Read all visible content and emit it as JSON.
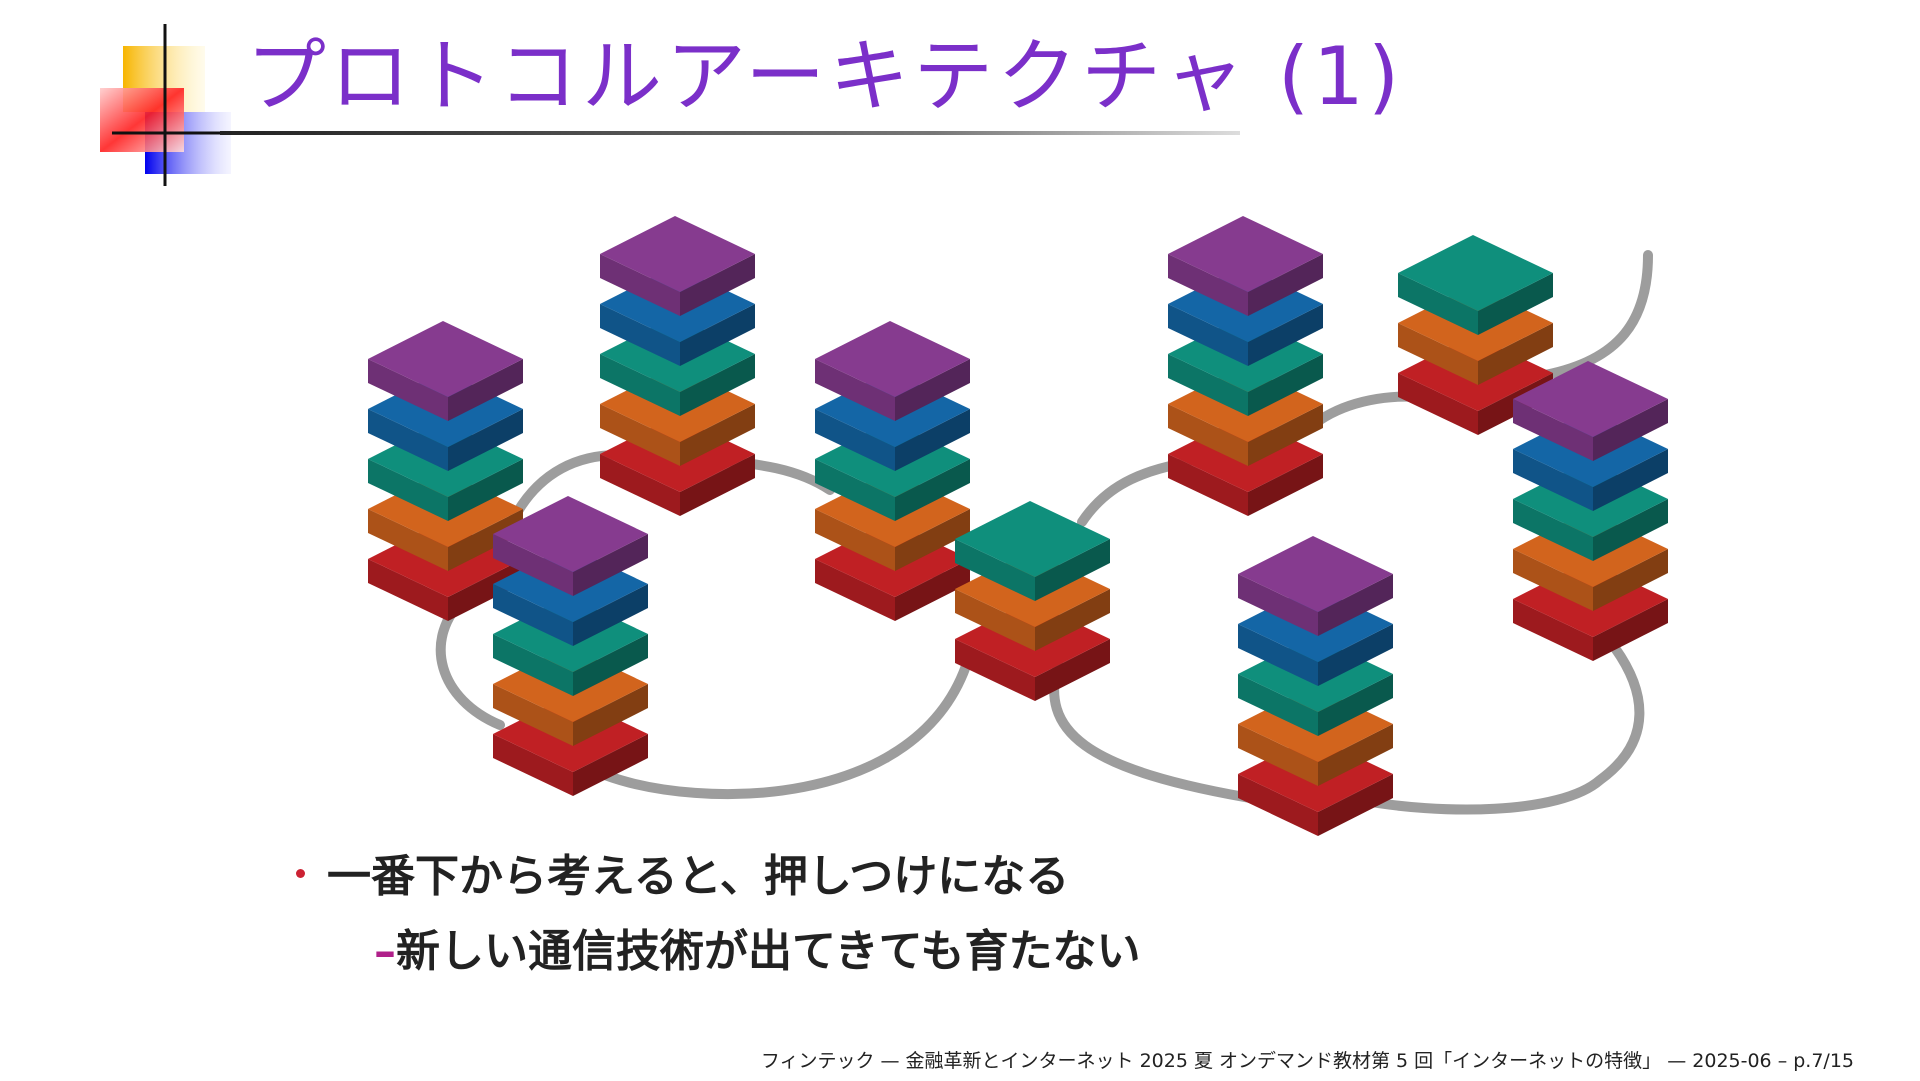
{
  "slide": {
    "title": "プロトコルアーキテクチャ (1)",
    "bullet": "一番下から考えると、押しつけになる",
    "sub_bullet_marker": "–",
    "sub_bullet": "新しい通信技術が出てきても育たない",
    "footer": "フィンテック — 金融革新とインターネット 2025 夏 オンデマンド教材第 5 回「インターネットの特徴」 — 2025-06 – p.7/15"
  },
  "colors": {
    "title": "#7b2fc9",
    "layer_purple": "#863b8f",
    "layer_blue": "#1466a6",
    "layer_teal": "#0f8f7c",
    "layer_orange": "#d2641d",
    "layer_red": "#c02024",
    "cable": "#9d9d9d",
    "bullet": "#cc2233"
  },
  "diagram": {
    "stacks": [
      {
        "name": "node-a",
        "layers": [
          "red",
          "orange",
          "teal",
          "blue",
          "purple"
        ]
      },
      {
        "name": "node-b",
        "layers": [
          "red",
          "orange",
          "teal",
          "blue",
          "purple"
        ]
      },
      {
        "name": "node-c",
        "layers": [
          "red",
          "orange",
          "teal",
          "blue",
          "purple"
        ]
      },
      {
        "name": "node-d",
        "layers": [
          "red",
          "orange",
          "teal",
          "blue",
          "purple"
        ]
      },
      {
        "name": "router-1",
        "layers": [
          "red",
          "orange",
          "teal"
        ]
      },
      {
        "name": "node-e",
        "layers": [
          "red",
          "orange",
          "teal",
          "blue",
          "purple"
        ]
      },
      {
        "name": "router-2",
        "layers": [
          "red",
          "orange",
          "teal"
        ]
      },
      {
        "name": "node-f",
        "layers": [
          "red",
          "orange",
          "teal",
          "blue",
          "purple"
        ]
      },
      {
        "name": "node-g",
        "layers": [
          "red",
          "orange",
          "teal",
          "blue",
          "purple"
        ]
      }
    ]
  }
}
